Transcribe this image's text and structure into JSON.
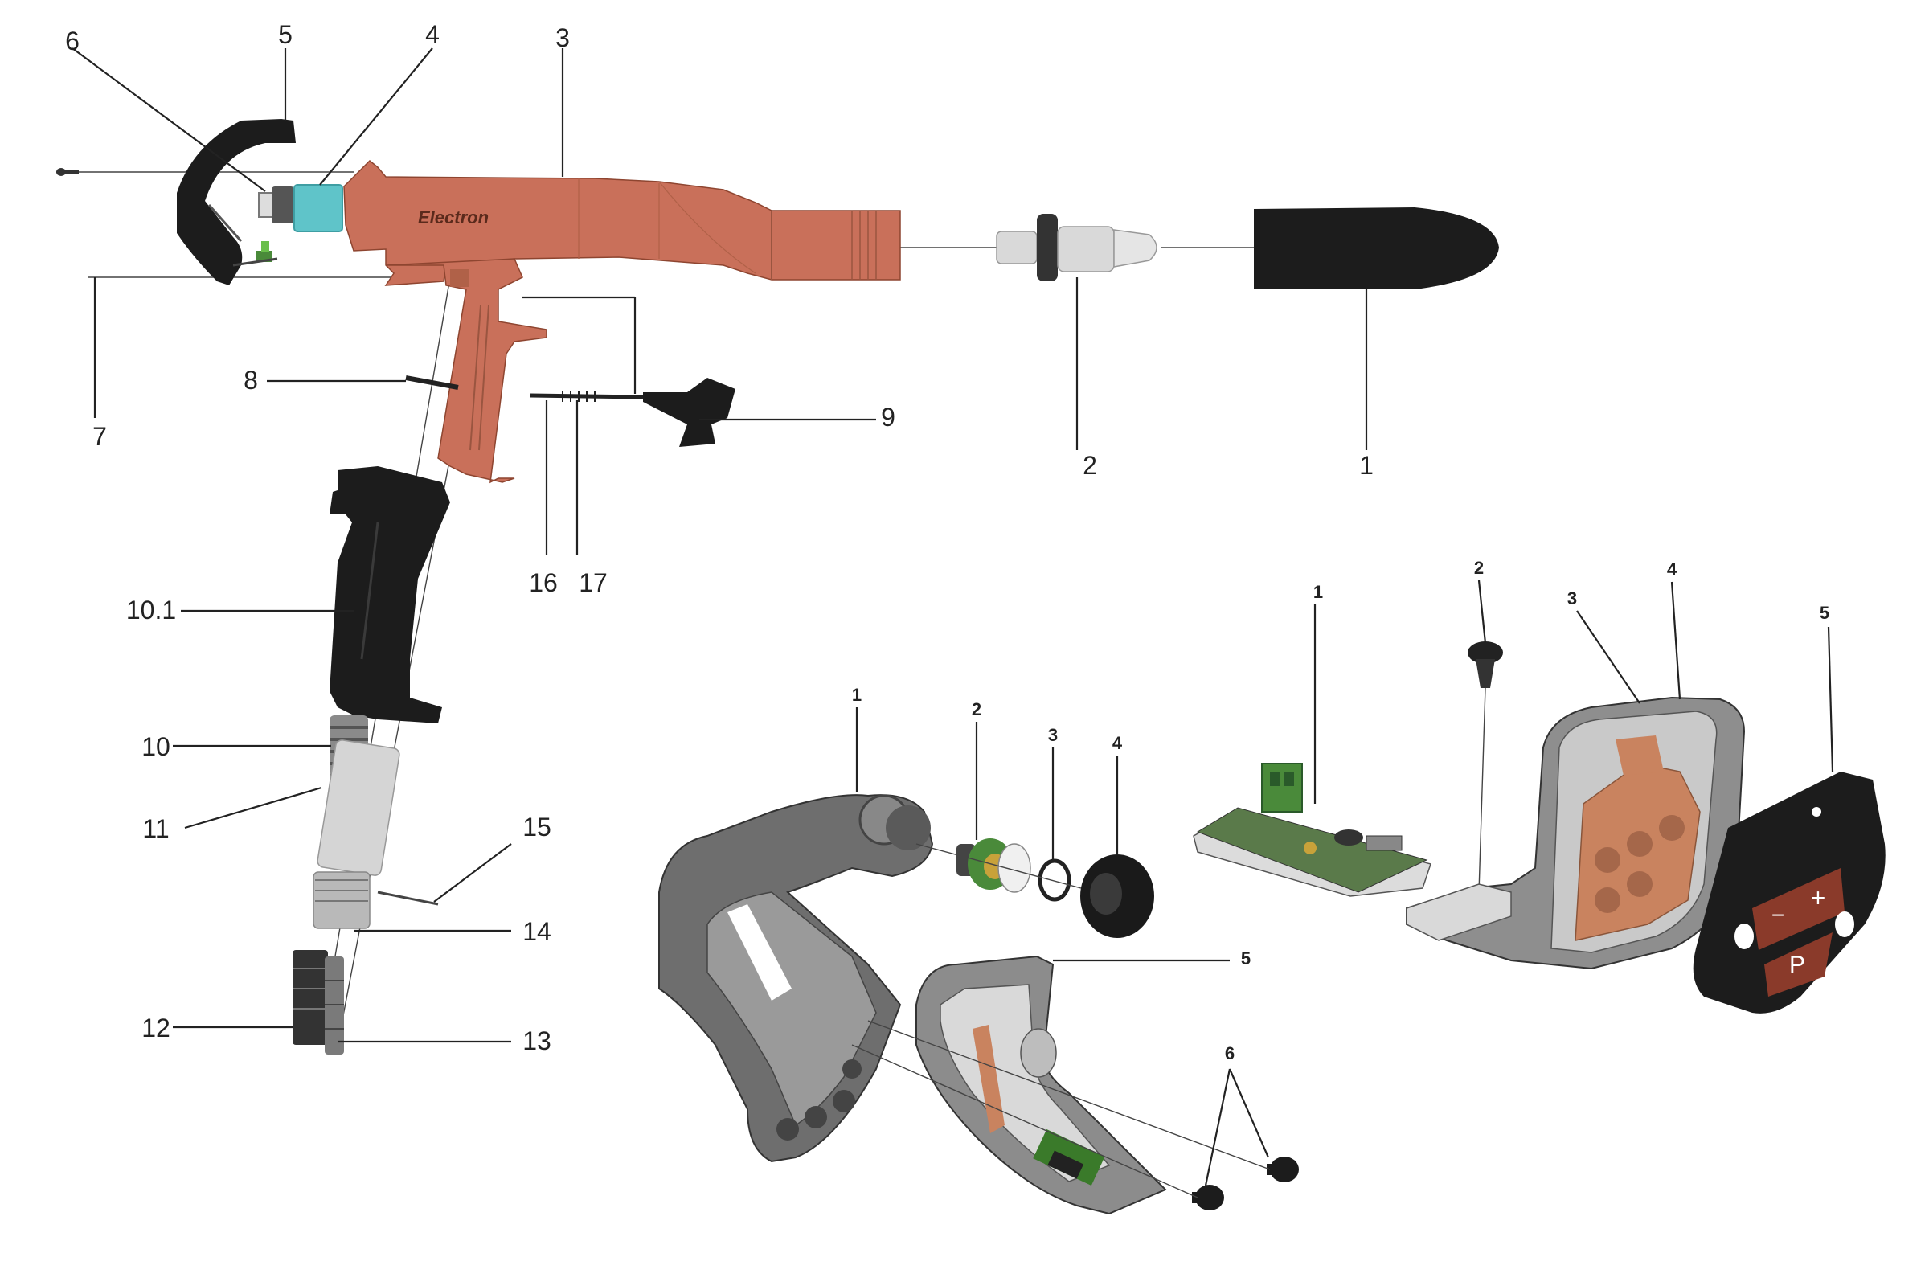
{
  "brand_text": "Electron",
  "gun_labels": [
    "1",
    "2",
    "3",
    "4",
    "5",
    "6",
    "7",
    "8",
    "9",
    "10",
    "10.1",
    "11",
    "12",
    "13",
    "14",
    "15",
    "16",
    "17"
  ],
  "handle_labels": [
    "1",
    "2",
    "3",
    "4",
    "5",
    "6"
  ],
  "pcb_labels": [
    "1",
    "2",
    "3",
    "4",
    "5"
  ],
  "keypad": {
    "minus": "−",
    "plus": "+",
    "p": "P"
  },
  "colors": {
    "gun_body": "#C9705A",
    "gun_body_dark": "#A9553F",
    "black_part": "#1c1c1c",
    "grey_part": "#9a9a9a",
    "copper": "#C9835F",
    "green_pcb": "#4a8a3a",
    "cyan_part": "#5fc4c9"
  }
}
